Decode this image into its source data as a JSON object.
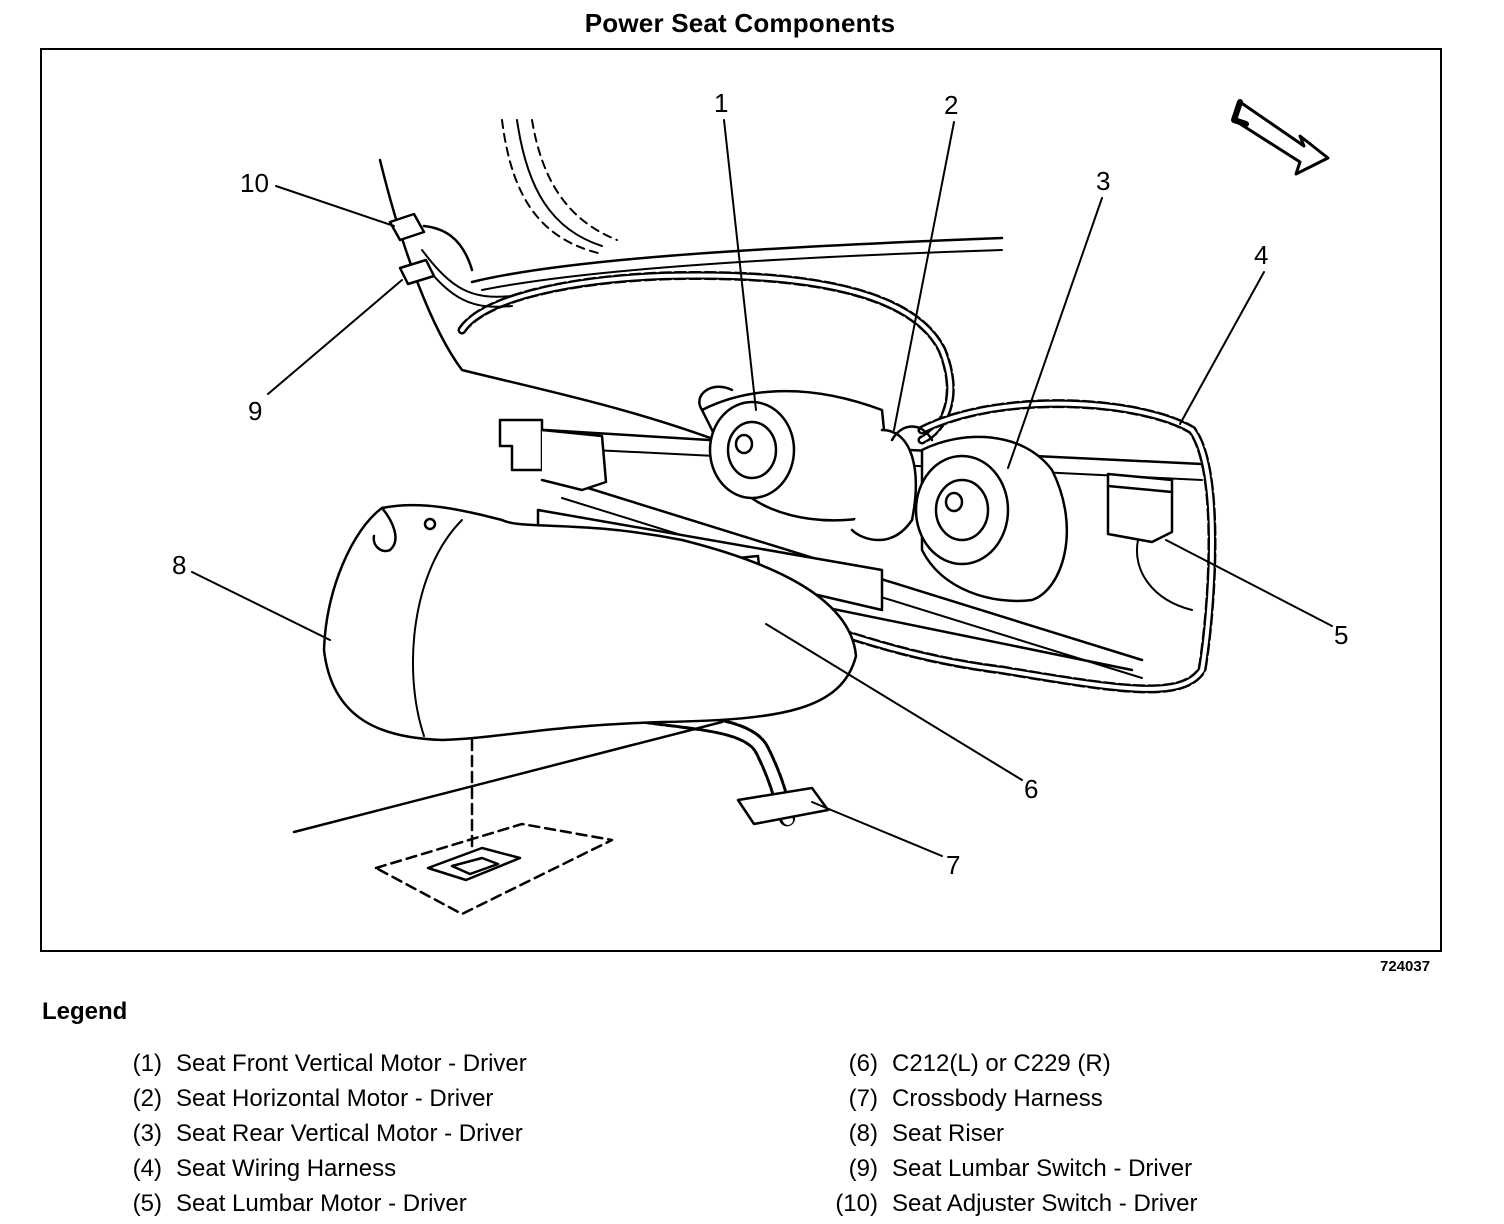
{
  "title": "Power Seat Components",
  "figure_id": "724037",
  "legend": {
    "title": "Legend",
    "items": [
      {
        "num": "(1)",
        "label": "Seat Front Vertical Motor - Driver"
      },
      {
        "num": "(2)",
        "label": "Seat Horizontal Motor - Driver"
      },
      {
        "num": "(3)",
        "label": "Seat Rear Vertical Motor - Driver"
      },
      {
        "num": "(4)",
        "label": "Seat Wiring Harness"
      },
      {
        "num": "(5)",
        "label": "Seat Lumbar Motor - Driver"
      },
      {
        "num": "(6)",
        "label": "C212(L) or C229 (R)"
      },
      {
        "num": "(7)",
        "label": "Crossbody Harness"
      },
      {
        "num": "(8)",
        "label": "Seat Riser"
      },
      {
        "num": "(9)",
        "label": "Seat Lumbar Switch - Driver"
      },
      {
        "num": "(10)",
        "label": "Seat Adjuster Switch - Driver"
      }
    ]
  },
  "callouts": [
    "1",
    "2",
    "3",
    "4",
    "5",
    "6",
    "7",
    "8",
    "9",
    "10"
  ]
}
